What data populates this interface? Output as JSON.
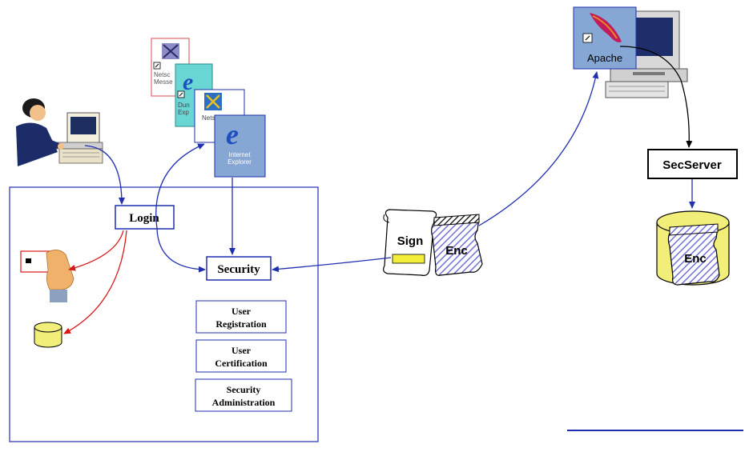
{
  "boxes": {
    "login": "Login",
    "security": "Security",
    "user_registration": [
      "User",
      "Registration"
    ],
    "user_certification": [
      "User",
      "Certification"
    ],
    "security_administration": [
      "Security",
      "Administration"
    ],
    "secserver": "SecServer"
  },
  "documents": {
    "sign": "Sign",
    "enc_scroll": "Enc",
    "enc_db": "Enc"
  },
  "icons": {
    "netscape_messenger": [
      "Netsc",
      "Messe"
    ],
    "dun_explorer": [
      "Dun",
      "Exp"
    ],
    "netscape": "Nets",
    "internet_explorer": [
      "Internet",
      "Explorer"
    ],
    "apache": "Apache"
  },
  "colors": {
    "flow_blue": "#1f2fb0",
    "flow_red": "#d81818",
    "db_yellow": "#f2ee7a",
    "hatch": "#7070d8",
    "icon_bg": "#86a6d4"
  }
}
